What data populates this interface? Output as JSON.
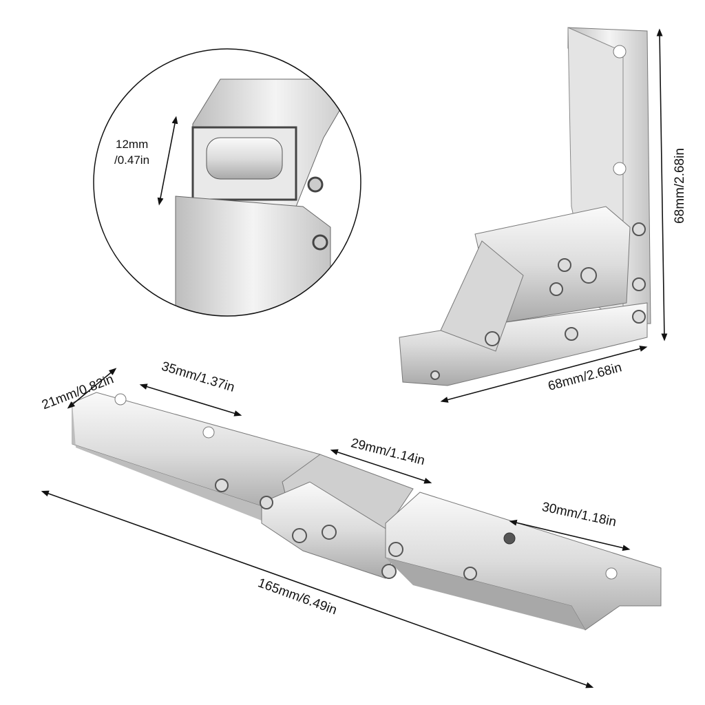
{
  "dimensions": {
    "detail_height": {
      "line1": "12mm",
      "line2": "/0.47in"
    },
    "folded_height": "68mm/2.68in",
    "folded_width": "68mm/2.68in",
    "bar_width": "21mm/0.82in",
    "first_hole_distance": "35mm/1.37in",
    "hinge_section": "29mm/1.14in",
    "end_hole_distance": "30mm/1.18in",
    "total_length": "165mm/6.49in"
  },
  "colors": {
    "metal_light": "#f2f2f2",
    "metal_mid": "#c8c8c8",
    "metal_dark": "#8a8a8a",
    "line": "#111111"
  }
}
